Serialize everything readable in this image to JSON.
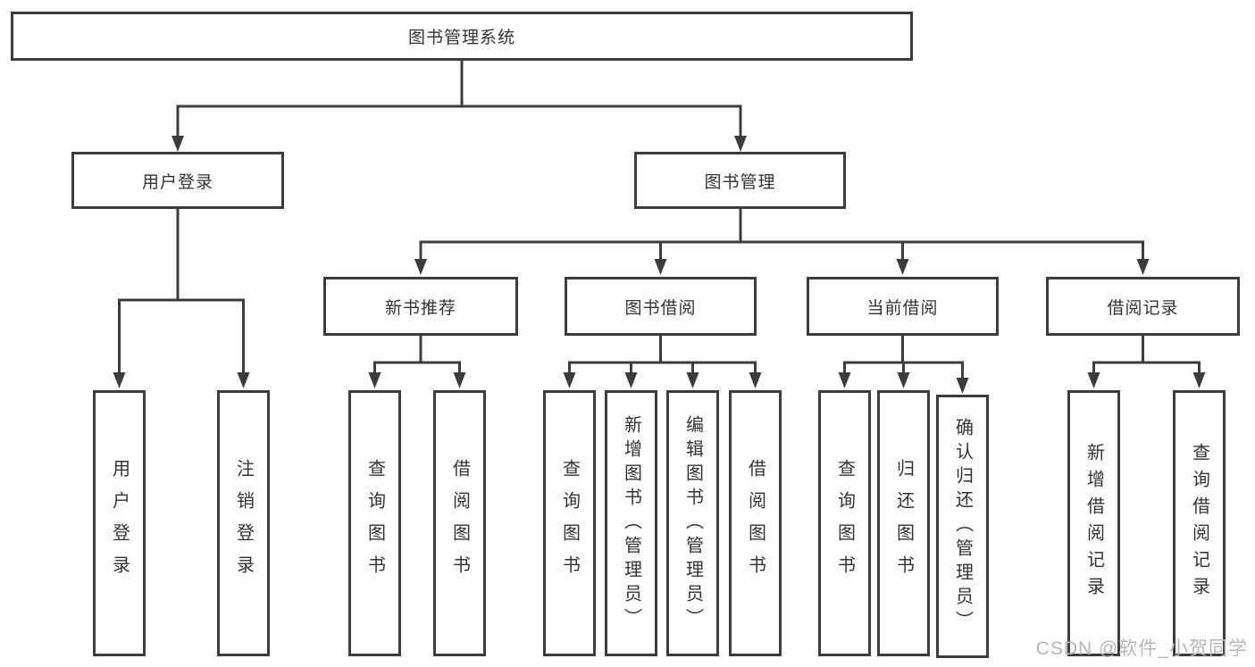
{
  "diagram": {
    "nodes": {
      "root": "图书管理系统",
      "user_login": "用户登录",
      "book_management": "图书管理",
      "new_book_recommend": "新书推荐",
      "book_borrow": "图书借阅",
      "current_borrow": "当前借阅",
      "borrow_records": "借阅记录",
      "login": "用户登录",
      "logout": "注销登录",
      "nb_query_books": "查询图书",
      "nb_borrow_books": "借阅图书",
      "bb_query_books": "查询图书",
      "bb_add_books": "新增图书（管理员）",
      "bb_edit_books": "编辑图书（管理员）",
      "bb_borrow_books": "借阅图书",
      "cb_query_books": "查询图书",
      "cb_return_books": "归还图书",
      "cb_confirm_return": "确认归还（管理员）",
      "br_add_record": "新增借阅记录",
      "br_query_record": "查询借阅记录"
    },
    "watermark": "CSDN @软件_小贺同学",
    "colors": {
      "line": "#3c3c3c",
      "box_border": "#3c3c3c",
      "box_fill": "#ffffff",
      "text": "#333333",
      "watermark": "#b6b6b6"
    }
  }
}
